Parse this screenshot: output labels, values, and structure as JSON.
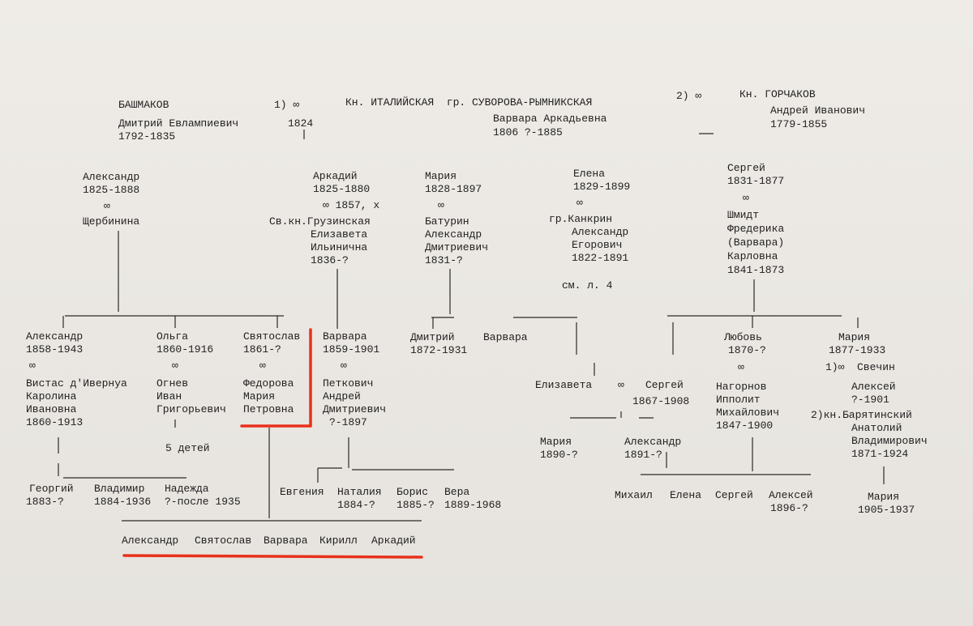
{
  "top": {
    "bashmakov": {
      "surname": "БАШМАКОВ",
      "name": "Дмитрий Евлампиевич",
      "years": "1792-1835"
    },
    "marriage1": {
      "mark": "1) ∞",
      "year": "1824"
    },
    "italiyskaya": {
      "title": "Кн. ИТАЛИЙСКАЯ  гр. СУВОРОВА-РЫМНИКСКАЯ",
      "name": "Варвара Аркадьевна",
      "years": "1806 ?-1885"
    },
    "marriage2": {
      "mark": "2) ∞"
    },
    "gorchakov": {
      "title": "Кн. ГОРЧАКОВ",
      "name": "Андрей Иванович",
      "years": "1779-1855"
    }
  },
  "gen2": {
    "aleksandr": {
      "name": "Александр",
      "years": "1825-1888",
      "marr": "∞",
      "spouse": "Щербинина"
    },
    "arkadiy": {
      "name": "Аркадий",
      "years": "1825-1880",
      "marr": "∞ 1857, х",
      "spouse1": "Св.кн.Грузинская",
      "spouse2": "Елизавета",
      "spouse3": "Ильинична",
      "spouse4": "1836-?"
    },
    "mariya": {
      "name": "Мария",
      "years": "1828-1897",
      "marr": "∞",
      "spouse1": "Батурин",
      "spouse2": "Александр",
      "spouse3": "Дмитриевич",
      "spouse4": "1831-?"
    },
    "elena": {
      "name": "Елена",
      "years": "1829-1899",
      "marr": "∞",
      "spouse1": "гр.Канкрин",
      "spouse2": "Александр",
      "spouse3": "Егорович",
      "spouse4": "1822-1891",
      "ref": "см. л. 4"
    },
    "sergey": {
      "name": "Сергей",
      "years": "1831-1877",
      "marr": "∞",
      "spouse1": "Шмидт",
      "spouse2": "Фредерика",
      "spouse3": "(Варвара)",
      "spouse4": "Карловна",
      "spouse5": "1841-1873"
    }
  },
  "gen3": {
    "aleksandr": {
      "name": "Александр",
      "years": "1858-1943",
      "marr": "∞",
      "spouse1": "Вистас д'Ивернуа",
      "spouse2": "Каролина",
      "spouse3": "Ивановна",
      "spouse4": "1860-1913"
    },
    "olga": {
      "name": "Ольга",
      "years": "1860-1916",
      "marr": "∞",
      "spouse1": "Огнев",
      "spouse2": "Иван",
      "spouse3": "Григорьевич",
      "children": "5 детей"
    },
    "svyatoslav": {
      "name": "Святослав",
      "years": "1861-?",
      "marr": "∞",
      "spouse1": "Федорова",
      "spouse2": "Мария",
      "spouse3": "Петровна"
    },
    "varvara": {
      "name": "Варвара",
      "years": "1859-1901",
      "marr": "∞",
      "spouse1": "Петкович",
      "spouse2": "Андрей",
      "spouse3": "Дмитриевич",
      "spouse4": "?-1897"
    },
    "dmitriy": {
      "name": "Дмитрий",
      "years": "1872-1931"
    },
    "varvara2": {
      "name": "Варвара"
    },
    "elizaveta_couple": {
      "name": "Елизавета",
      "marr": "∞",
      "spouse": "Сергей",
      "spouse_years": "1867-1908"
    },
    "lyubov": {
      "name": "Любовь",
      "years": "1870-?",
      "marr": "∞",
      "spouse1": "Нагорнов",
      "spouse2": "Ипполит",
      "spouse3": "Михайлович",
      "spouse4": "1847-1900"
    },
    "mariya": {
      "name": "Мария",
      "years": "1877-1933",
      "marr1": "1)∞  Свечин",
      "spouse1a": "Алексей",
      "spouse1b": "?-1901",
      "marr2": "2)кн.Барятинский",
      "spouse2a": "Анатолий",
      "spouse2b": "Владимирович",
      "spouse2c": "1871-1924"
    }
  },
  "gen4": {
    "georgiy": {
      "name": "Георгий",
      "years": "1883-?"
    },
    "vladimir": {
      "name": "Владимир",
      "years": "1884-1936"
    },
    "nadezhda": {
      "name": "Надежда",
      "years": "?-после 1935"
    },
    "evgeniya": {
      "name": "Евгения"
    },
    "nataliya": {
      "name": "Наталия",
      "years": "1884-?"
    },
    "boris": {
      "name": "Борис",
      "years": "1885-?"
    },
    "vera": {
      "name": "Вера",
      "years": "1889-1968"
    },
    "mariya_k": {
      "name": "Мария",
      "years": "1890-?"
    },
    "aleksandr_k": {
      "name": "Александр",
      "years": "1891-?"
    },
    "mikhail": {
      "name": "Михаил"
    },
    "elena": {
      "name": "Елена"
    },
    "sergey": {
      "name": "Сергей"
    },
    "aleksey": {
      "name": "Алексей",
      "years": "1896-?"
    },
    "mariya_b": {
      "name": "Мария",
      "years": "1905-1937"
    }
  },
  "gen5": {
    "aleksandr": {
      "name": "Александр"
    },
    "svyatoslav": {
      "name": "Святослав"
    },
    "varvara": {
      "name": "Варвара"
    },
    "kirill": {
      "name": "Кирилл"
    },
    "arkadiy": {
      "name": "Аркадий"
    }
  },
  "colors": {
    "ink": "#1f1f1f",
    "highlight": "#e8311c",
    "paper": "#ebe8e3"
  }
}
